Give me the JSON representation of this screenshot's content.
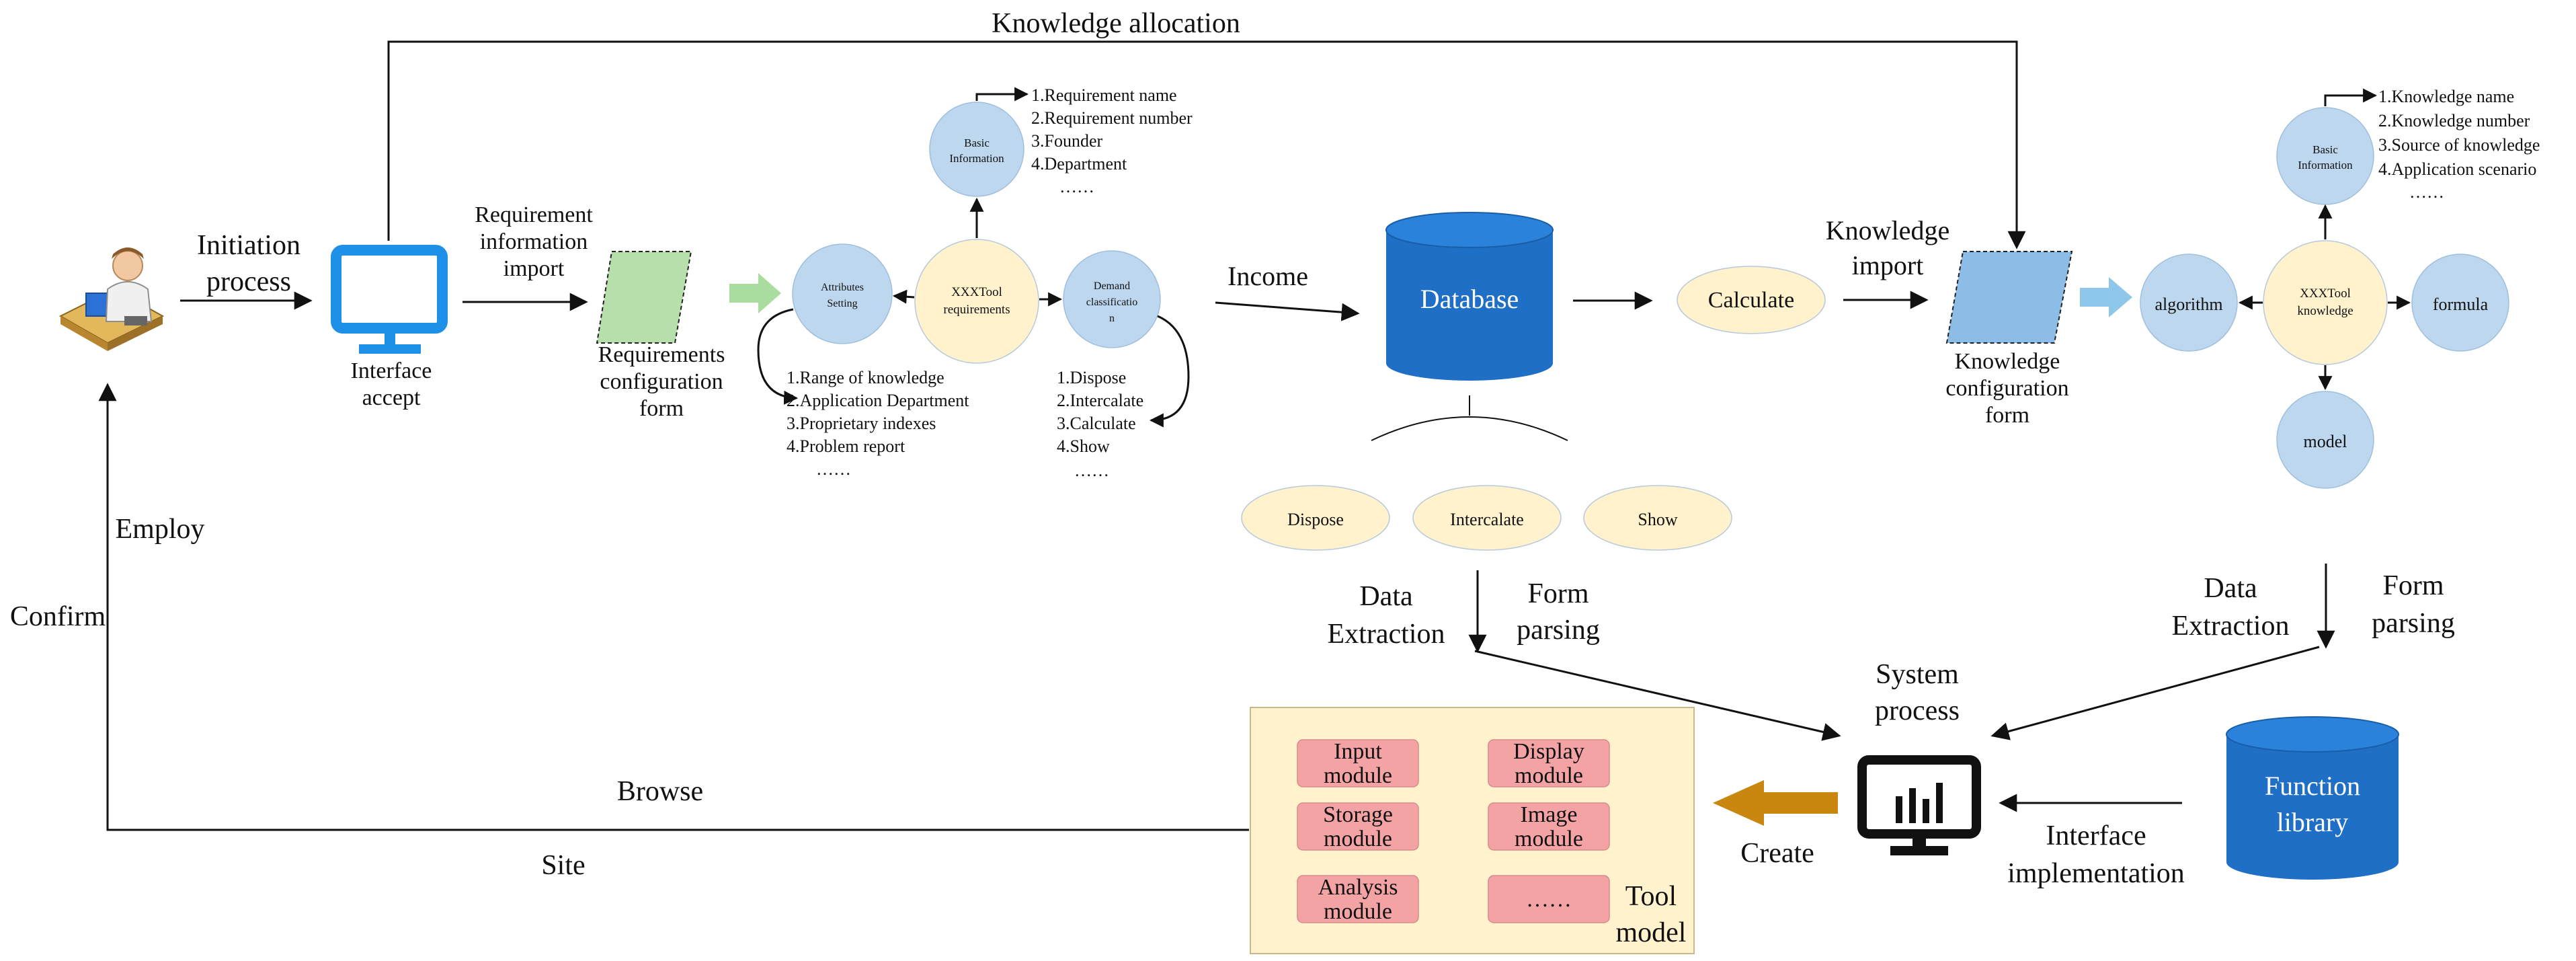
{
  "labels": {
    "knowledge_allocation": "Knowledge allocation",
    "initiation_l1": "Initiation",
    "initiation_l2": "process",
    "interface_accept_l1": "Interface",
    "interface_accept_l2": "accept",
    "req_import_l1": "Requirement",
    "req_import_l2": "information",
    "req_import_l3": "import",
    "req_form_l1": "Requirements",
    "req_form_l2": "configuration",
    "req_form_l3": "form",
    "income": "Income",
    "knowledge_import_l1": "Knowledge",
    "knowledge_import_l2": "import",
    "know_form_l1": "Knowledge",
    "know_form_l2": "configuration",
    "know_form_l3": "form",
    "employ": "Employ",
    "confirm": "Confirm",
    "browse": "Browse",
    "site": "Site",
    "data_extraction_1_l1": "Data",
    "data_extraction_1_l2": "Extraction",
    "form_parsing_1_l1": "Form",
    "form_parsing_1_l2": "parsing",
    "data_extraction_2_l1": "Data",
    "data_extraction_2_l2": "Extraction",
    "form_parsing_2_l1": "Form",
    "form_parsing_2_l2": "parsing",
    "system_process_l1": "System",
    "system_process_l2": "process",
    "create": "Create",
    "interface_impl_l1": "Interface",
    "interface_impl_l2": "implementation",
    "tool_model_l1": "Tool",
    "tool_model_l2": "model"
  },
  "requirements_cluster": {
    "center_l1": "XXXTool",
    "center_l2": "requirements",
    "basic_info_l1": "Basic",
    "basic_info_l2": "Information",
    "attributes_l1": "Attributes",
    "attributes_l2": "Setting",
    "demand_l1": "Demand",
    "demand_l2": "classificatio",
    "demand_l3": "n",
    "basic_list": [
      "1.Requirement name",
      "2.Requirement number",
      "3.Founder",
      "4.Department",
      "……"
    ],
    "attributes_list": [
      "1.Range of knowledge",
      "2.Application Department",
      "3.Proprietary indexes",
      "4.Problem report",
      "……"
    ],
    "demand_list": [
      "1.Dispose",
      "2.Intercalate",
      "3.Calculate",
      "4.Show",
      "……"
    ]
  },
  "database": {
    "label": "Database",
    "children": [
      "Dispose",
      "Intercalate",
      "Show"
    ]
  },
  "calculate": "Calculate",
  "knowledge_cluster": {
    "center_l1": "XXXTool",
    "center_l2": "knowledge",
    "basic_info_l1": "Basic",
    "basic_info_l2": "Information",
    "algorithm": "algorithm",
    "formula": "formula",
    "model": "model",
    "basic_list": [
      "1.Knowledge name",
      "2.Knowledge number",
      "3.Source of knowledge",
      "4.Application scenario",
      "……"
    ]
  },
  "function_library_l1": "Function",
  "function_library_l2": "library",
  "modules": [
    {
      "l1": "Input",
      "l2": "module"
    },
    {
      "l1": "Display",
      "l2": "module"
    },
    {
      "l1": "Storage",
      "l2": "module"
    },
    {
      "l1": "Image",
      "l2": "module"
    },
    {
      "l1": "Analysis",
      "l2": "module"
    },
    {
      "l1": "……",
      "l2": ""
    }
  ],
  "colors": {
    "blue_node": "#bdd7ee",
    "yellow_node": "#fff2cc",
    "db_blue": "#1f6fc6",
    "green_form": "#b7dfab",
    "blue_form": "#8bbde6",
    "tool_model_bg": "#fff2cc",
    "module_pink": "#f4a3a5",
    "create_arrow": "#c9870f",
    "monitor_blue": "#1e90e8"
  }
}
